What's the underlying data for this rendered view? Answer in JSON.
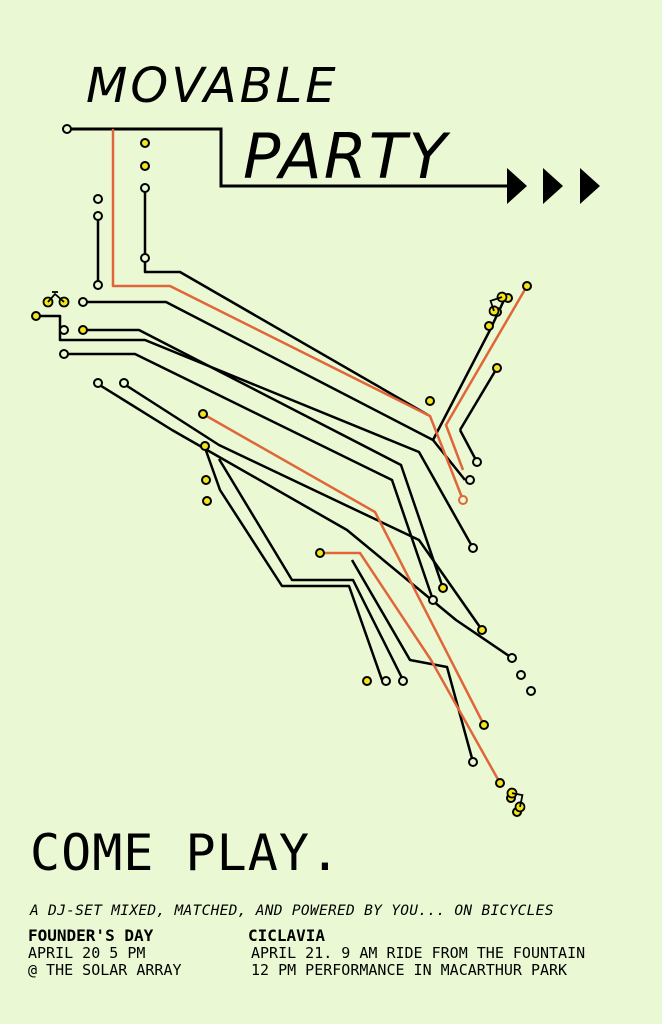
{
  "poster": {
    "title_line1": "MOVABLE",
    "title_line2": "PARTY",
    "headline": "COME PLAY.",
    "tagline": "A DJ-SET MIXED, MATCHED, AND POWERED BY YOU... ON BICYCLES"
  },
  "events": [
    {
      "name": "FOUNDER'S DAY",
      "line1": "APRIL 20 5 PM",
      "line2": "@ THE SOLAR ARRAY"
    },
    {
      "name": "CICLAVIA",
      "line1": "APRIL 21. 9 AM RIDE FROM THE FOUNTAIN",
      "line2": "12 PM PERFORMANCE IN MACARTHUR PARK"
    }
  ],
  "colors": {
    "background": "#eaf9d4",
    "trace": "#000000",
    "accent_trace": "#e0663a",
    "pad_fill": "#f2e51a"
  },
  "icons": [
    "arrow-icon",
    "bicycle-icon"
  ]
}
